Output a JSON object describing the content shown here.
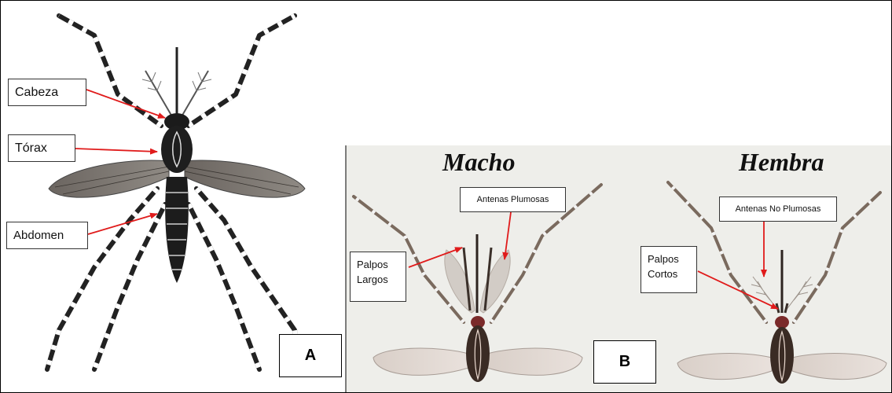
{
  "panel_a": {
    "letter": "A",
    "labels": {
      "cabeza": "Cabeza",
      "torax": "Tórax",
      "abdomen": "Abdomen"
    }
  },
  "panel_b": {
    "letter": "B",
    "macho": {
      "title": "Macho",
      "antenas_label": "Antenas Plumosas",
      "palpos_label": "Palpos\nLargos"
    },
    "hembra": {
      "title": "Hembra",
      "antenas_label": "Antenas No Plumosas",
      "palpos_label": "Palpos\nCortos"
    }
  },
  "colors": {
    "arrow": "#e01b1b",
    "panel_b_background": "#eeeeea",
    "border": "#000000"
  }
}
